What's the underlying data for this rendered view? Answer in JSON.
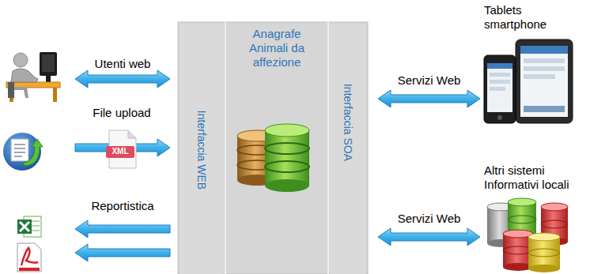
{
  "diagram": {
    "nodes": [
      {
        "text": [
          "Interfaccia WEB"
        ]
      },
      {
        "text": [
          "Anagrafe Animali da affezione"
        ]
      },
      {
        "text": [
          "Interfaccia SOA"
        ]
      },
      {
        "text": [
          "Tablets smartphone"
        ]
      },
      {
        "text": [
          "Altri sistemi Informativi locali"
        ]
      }
    ],
    "edges": [
      {
        "from": 3,
        "to": 2,
        "label": "Servizi Web",
        "arrow": "both"
      },
      {
        "from": 4,
        "to": 2,
        "label": "Servizi Web",
        "arrow": "both"
      }
    ],
    "labels": [
      "Utenti web",
      "File upload",
      "XML",
      "Reportistica"
    ]
  }
}
